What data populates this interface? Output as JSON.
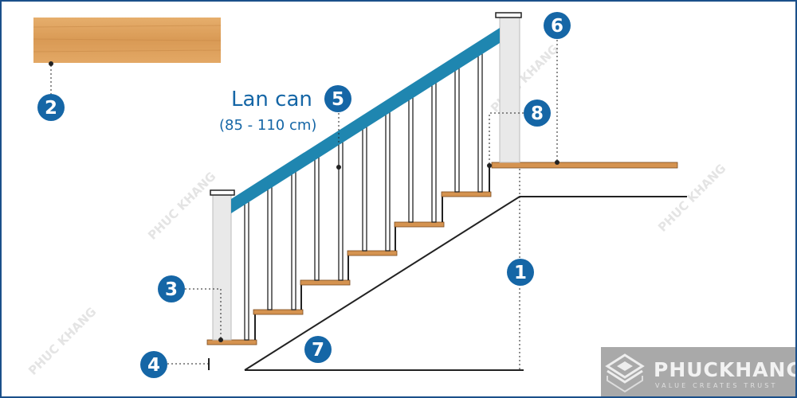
{
  "markers": [
    "1",
    "2",
    "3",
    "4",
    "5",
    "6",
    "7",
    "8"
  ],
  "railing_label": {
    "title": "Lan can",
    "range": "(85 - 110 cm)"
  },
  "watermark": "PHUC KHANG",
  "logo": {
    "name": "PHUCKHANG",
    "tagline": "VALUE CREATES TRUST"
  },
  "colors": {
    "marker": "#1566a6",
    "rail": "#1f86b0",
    "wood": "#d9a060",
    "post": "#e8e8e8",
    "line": "#222222"
  }
}
